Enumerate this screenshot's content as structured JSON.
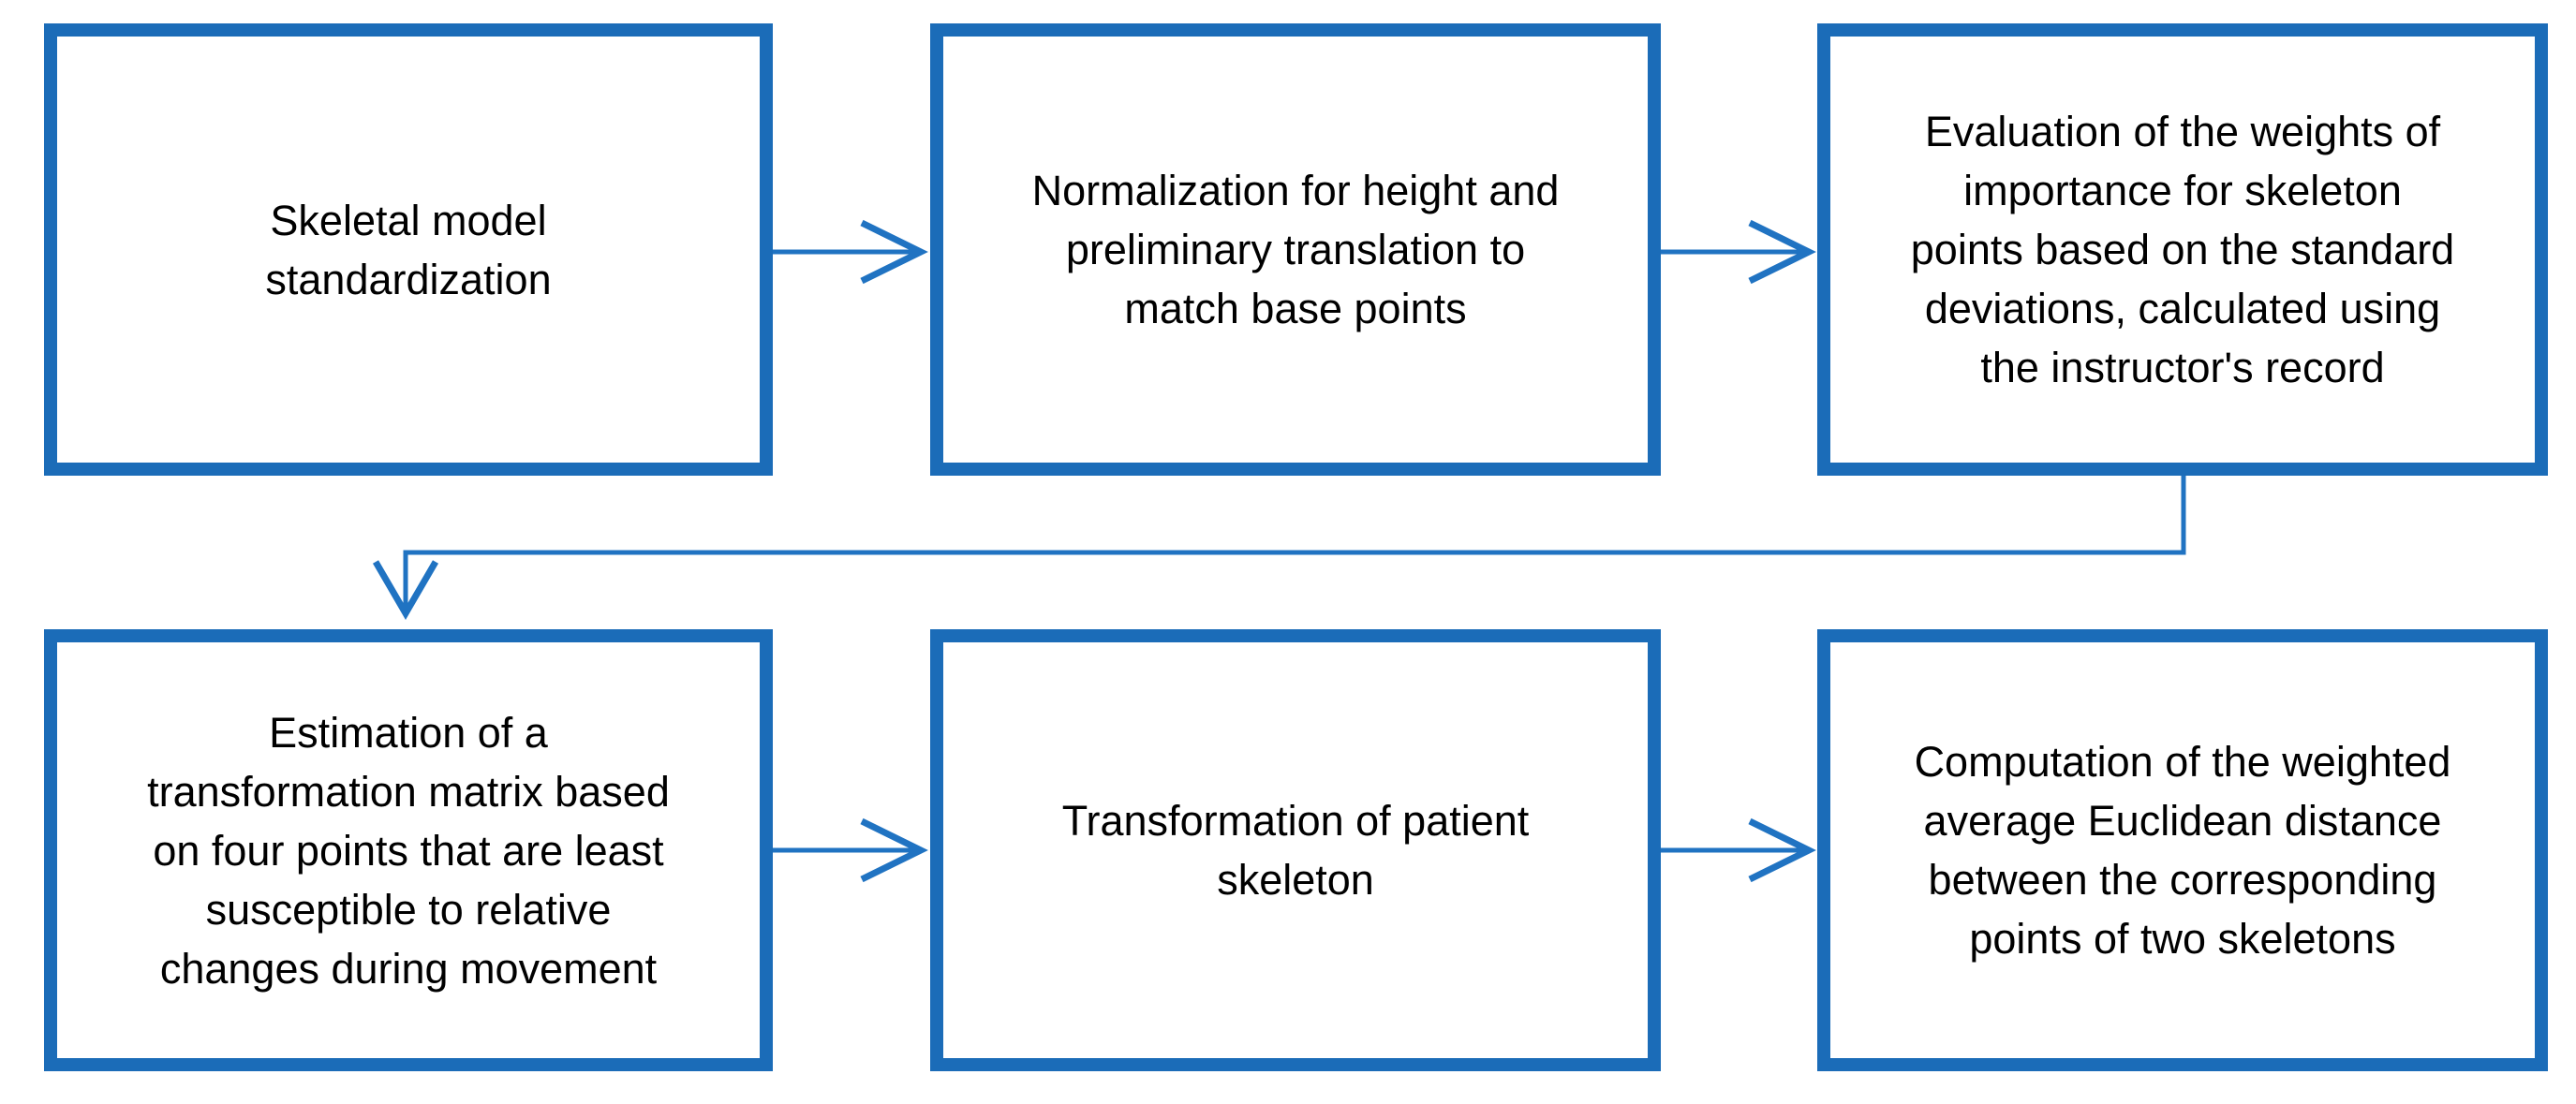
{
  "diagram_type": "flowchart",
  "colors": {
    "box_border": "#1b6cb8",
    "connector": "#2073c2",
    "text": "#000000",
    "background": "#ffffff"
  },
  "steps": [
    {
      "id": 1,
      "text": "Skeletal model\nstandardization"
    },
    {
      "id": 2,
      "text": "Normalization for height and\npreliminary translation to\nmatch base points"
    },
    {
      "id": 3,
      "text": "Evaluation of the weights of\nimportance for skeleton\npoints based on the standard\ndeviations, calculated using\nthe instructor's record"
    },
    {
      "id": 4,
      "text": "Estimation of a\ntransformation matrix based\non four points that are least\nsusceptible to relative\nchanges during movement"
    },
    {
      "id": 5,
      "text": "Transformation of patient\nskeleton"
    },
    {
      "id": 6,
      "text": "Computation of the weighted\naverage Euclidean distance\nbetween the corresponding\npoints of two skeletons"
    }
  ],
  "connections": [
    {
      "from": 1,
      "to": 2,
      "type": "arrow-right"
    },
    {
      "from": 2,
      "to": 3,
      "type": "arrow-right"
    },
    {
      "from": 3,
      "to": 4,
      "type": "elbow-down-arrow"
    },
    {
      "from": 4,
      "to": 5,
      "type": "arrow-right"
    },
    {
      "from": 5,
      "to": 6,
      "type": "arrow-right"
    }
  ]
}
